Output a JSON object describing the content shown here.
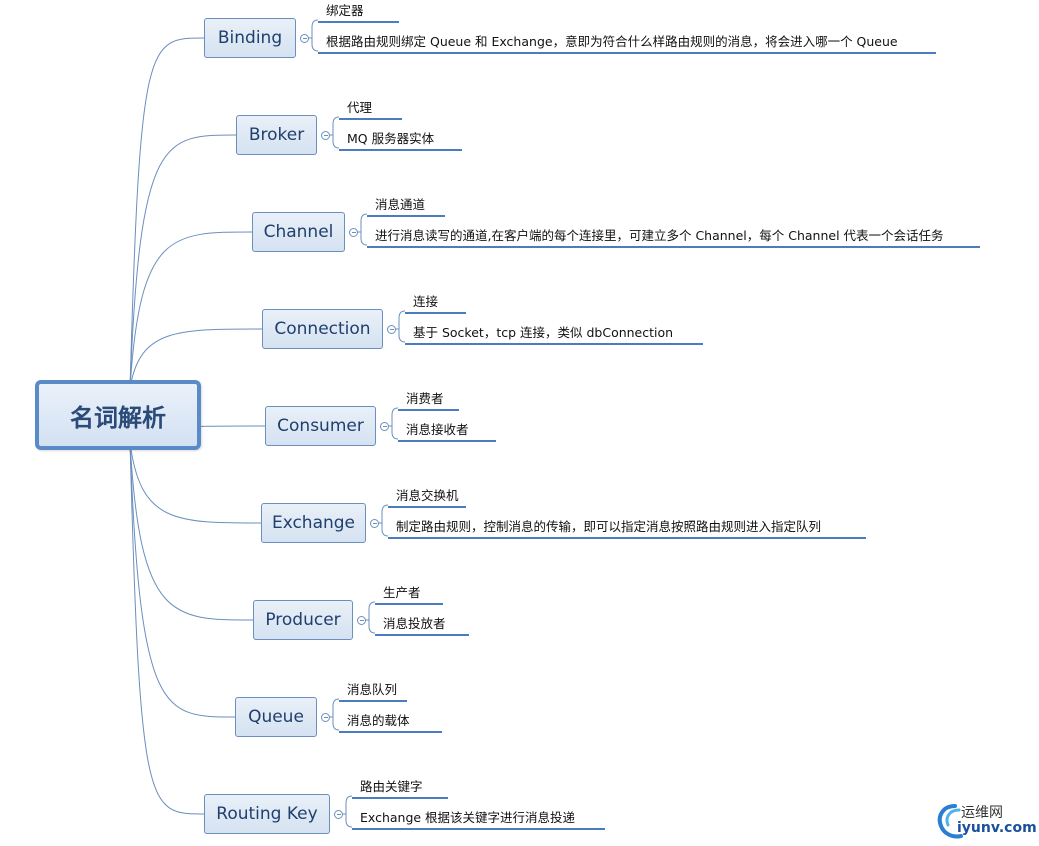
{
  "root": {
    "label": "名词解析"
  },
  "topics": [
    {
      "id": "binding",
      "label": "Binding",
      "items": [
        "绑定器",
        "根据路由规则绑定 Queue 和 Exchange，意即为符合什么样路由规则的消息，将会进入哪一个 Queue"
      ]
    },
    {
      "id": "broker",
      "label": "Broker",
      "items": [
        "代理",
        "MQ 服务器实体"
      ]
    },
    {
      "id": "channel",
      "label": "Channel",
      "items": [
        "消息通道",
        "进行消息读写的通道,在客户端的每个连接里，可建立多个 Channel，每个 Channel 代表一个会话任务"
      ]
    },
    {
      "id": "connection",
      "label": "Connection",
      "items": [
        "连接",
        "基于 Socket，tcp 连接，类似 dbConnection"
      ]
    },
    {
      "id": "consumer",
      "label": "Consumer",
      "items": [
        "消费者",
        "消息接收者"
      ]
    },
    {
      "id": "exchange",
      "label": "Exchange",
      "items": [
        "消息交换机",
        "制定路由规则，控制消息的传输，即可以指定消息按照路由规则进入指定队列"
      ]
    },
    {
      "id": "producer",
      "label": "Producer",
      "items": [
        "生产者",
        "消息投放者"
      ]
    },
    {
      "id": "queue",
      "label": "Queue",
      "items": [
        "消息队列",
        "消息的载体"
      ]
    },
    {
      "id": "routing-key",
      "label": "Routing Key",
      "items": [
        "路由关键字",
        "Exchange 根据该关键字进行消息投递"
      ]
    }
  ],
  "watermark": {
    "cn": "运维网",
    "en": "iyunv.com"
  },
  "colors": {
    "connector": "#6b8fbf",
    "underline": "#4a7cc0",
    "node_text": "#1f3f6e"
  }
}
